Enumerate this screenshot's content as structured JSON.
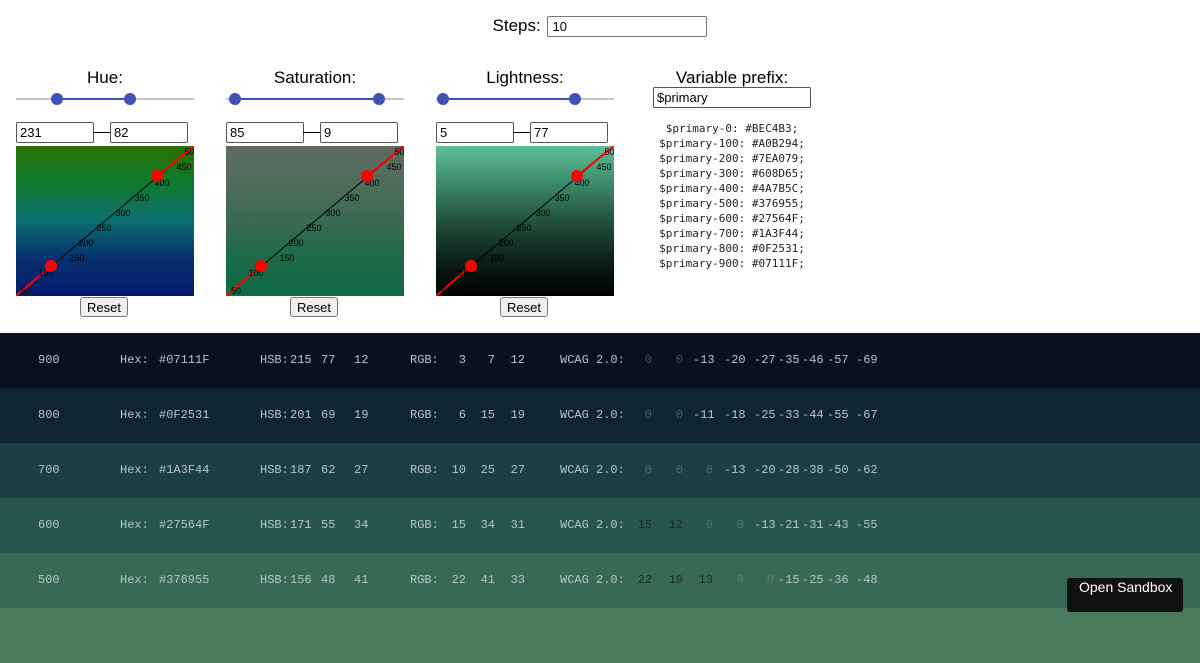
{
  "steps": {
    "label": "Steps:",
    "value": "10"
  },
  "panels": [
    {
      "title": "Hue:",
      "min": "231",
      "max": "82",
      "range_fraction": [
        0.23,
        0.64
      ],
      "gradient": [
        "#2a7000",
        "#0f7a2e",
        "#0c6f70",
        "#06306f",
        "#051a6f"
      ]
    },
    {
      "title": "Saturation:",
      "min": "85",
      "max": "9",
      "range_fraction": [
        0.05,
        0.86
      ],
      "gradient": [
        "#616a62",
        "#4f6d5a",
        "#3a6a51",
        "#1d6a47",
        "#0f6a45"
      ]
    },
    {
      "title": "Lightness:",
      "min": "5",
      "max": "77",
      "range_fraction": [
        0.04,
        0.78
      ],
      "gradient": [
        "#5dbf98",
        "#3d8a6a",
        "#22523e",
        "#0c2218",
        "#000000"
      ]
    }
  ],
  "curve_labels": [
    "50",
    "100",
    "150",
    "200",
    "250",
    "300",
    "350",
    "400",
    "450",
    "500"
  ],
  "reset_label": "Reset",
  "variable_prefix": {
    "label": "Variable prefix:",
    "value": "$primary"
  },
  "variables": [
    "$primary-0: #BEC4B3;",
    "$primary-100: #A0B294;",
    "$primary-200: #7EA079;",
    "$primary-300: #608D65;",
    "$primary-400: #4A7B5C;",
    "$primary-500: #376955;",
    "$primary-600: #27564F;",
    "$primary-700: #1A3F44;",
    "$primary-800: #0F2531;",
    "$primary-900: #07111F;"
  ],
  "rows": [
    {
      "step": "900",
      "hex_label": "Hex:",
      "hex": "#07111F",
      "hsb_label": "HSB:",
      "hsb": [
        "215",
        "77",
        "12"
      ],
      "rgb_label": "RGB:",
      "rgb": [
        "3",
        "7",
        "12"
      ],
      "wcag_label": "WCAG 2.0:",
      "wcag": [
        "0",
        "0",
        "-13",
        "-20",
        "-27",
        "-35",
        "-46",
        "-57",
        "-69"
      ],
      "bg": "#07111f"
    },
    {
      "step": "800",
      "hex_label": "Hex:",
      "hex": "#0F2531",
      "hsb_label": "HSB:",
      "hsb": [
        "201",
        "69",
        "19"
      ],
      "rgb_label": "RGB:",
      "rgb": [
        "6",
        "15",
        "19"
      ],
      "wcag_label": "WCAG 2.0:",
      "wcag": [
        "0",
        "0",
        "-11",
        "-18",
        "-25",
        "-33",
        "-44",
        "-55",
        "-67"
      ],
      "bg": "#0f2531"
    },
    {
      "step": "700",
      "hex_label": "Hex:",
      "hex": "#1A3F44",
      "hsb_label": "HSB:",
      "hsb": [
        "187",
        "62",
        "27"
      ],
      "rgb_label": "RGB:",
      "rgb": [
        "10",
        "25",
        "27"
      ],
      "wcag_label": "WCAG 2.0:",
      "wcag": [
        "0",
        "0",
        "0",
        "-13",
        "-20",
        "-28",
        "-38",
        "-50",
        "-62"
      ],
      "bg": "#1a3f44"
    },
    {
      "step": "600",
      "hex_label": "Hex:",
      "hex": "#27564F",
      "hsb_label": "HSB:",
      "hsb": [
        "171",
        "55",
        "34"
      ],
      "rgb_label": "RGB:",
      "rgb": [
        "15",
        "34",
        "31"
      ],
      "wcag_label": "WCAG 2.0:",
      "wcag": [
        "15",
        "12",
        "0",
        "0",
        "-13",
        "-21",
        "-31",
        "-43",
        "-55"
      ],
      "bg": "#27564f"
    },
    {
      "step": "500",
      "hex_label": "Hex:",
      "hex": "#376955",
      "hsb_label": "HSB:",
      "hsb": [
        "156",
        "48",
        "41"
      ],
      "rgb_label": "RGB:",
      "rgb": [
        "22",
        "41",
        "33"
      ],
      "wcag_label": "WCAG 2.0:",
      "wcag": [
        "22",
        "19",
        "13",
        "0",
        "0",
        "-15",
        "-25",
        "-36",
        "-48"
      ],
      "bg": "#376955"
    },
    {
      "step": "",
      "bg": "#4a7b5c"
    }
  ],
  "sandbox_label": "Open Sandbox",
  "colors": {
    "accent": "#3f51b5",
    "curve": "#ff0000",
    "text_on_dark": "#b9c3c8"
  }
}
